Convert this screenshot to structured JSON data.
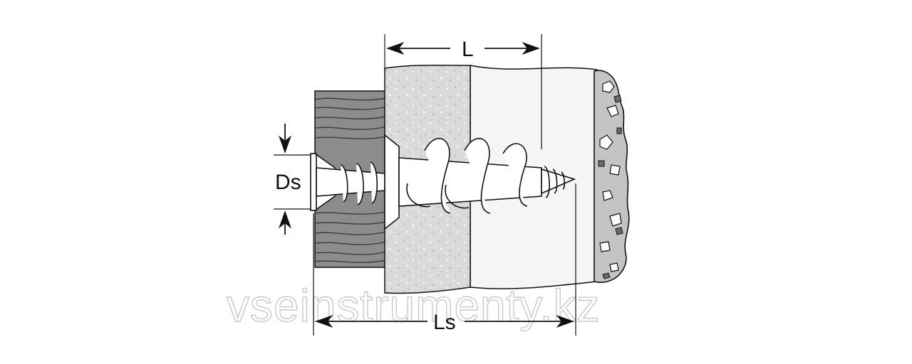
{
  "labels": {
    "length": "L",
    "screw_length": "Ls",
    "screw_diameter": "Ds"
  },
  "watermark": "vseinstrumenty.kz",
  "colors": {
    "outline": "#111111",
    "wood": "#8a8a8a",
    "wood_grain": "#3a3a3a",
    "drywall": "#dcdcdc",
    "drywall_speckle": "#ffffff",
    "wall_face": "#f4f4f4",
    "concrete": "#c2c2c2",
    "background": "#ffffff"
  }
}
